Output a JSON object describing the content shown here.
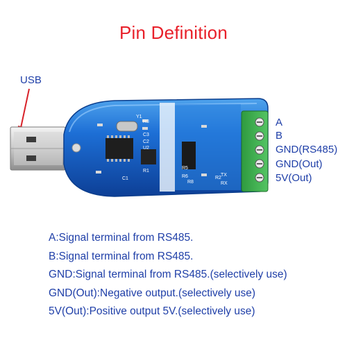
{
  "title": "Pin Definition",
  "usb_label": "USB",
  "pins": [
    {
      "label": "A"
    },
    {
      "label": "B"
    },
    {
      "label": "GND(RS485)"
    },
    {
      "label": "GND(Out)"
    },
    {
      "label": "5V(Out)"
    }
  ],
  "descriptions": [
    "A:Signal terminal from RS485.",
    "B:Signal terminal from RS485.",
    "GND:Signal terminal from RS485.(selectively use)",
    "GND(Out):Negative output.(selectively use)",
    "5V(Out):Positive output 5V.(selectively use)"
  ],
  "board_silkscreen": {
    "y1": "Y1",
    "r3": "R3",
    "c3": "C3",
    "c2": "C2",
    "u2": "U2",
    "r1": "R1",
    "c1": "C1",
    "r5": "R5",
    "r6": "R6",
    "r8": "R8",
    "r2": "R2",
    "tx": "TX",
    "rx": "RX"
  },
  "colors": {
    "title": "#e8202a",
    "text": "#1f3fa8",
    "arrow": "#d8222a",
    "board": "#1b63c8",
    "terminal": "#3fb24f"
  }
}
